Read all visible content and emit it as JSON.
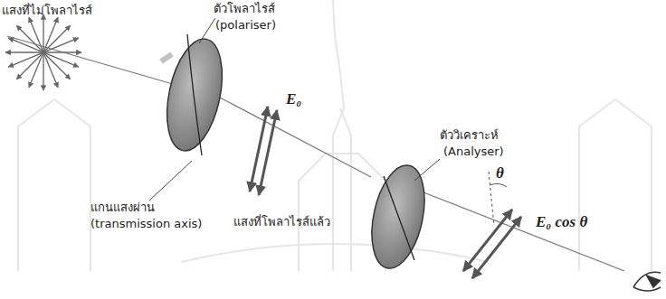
{
  "diagram": {
    "labels": [
      "แสงที่ไม่โพลาไรส์",
      "ตัวโพลาไรส์",
      "(polariser)",
      "แกนแสงผ่าน",
      "(transmission axis)",
      "E₀",
      "แสงที่โพลาไรส์แล้ว",
      "ตัววิเคราะห์",
      "(Analyser)",
      "θ",
      "E₀ cos θ"
    ]
  }
}
